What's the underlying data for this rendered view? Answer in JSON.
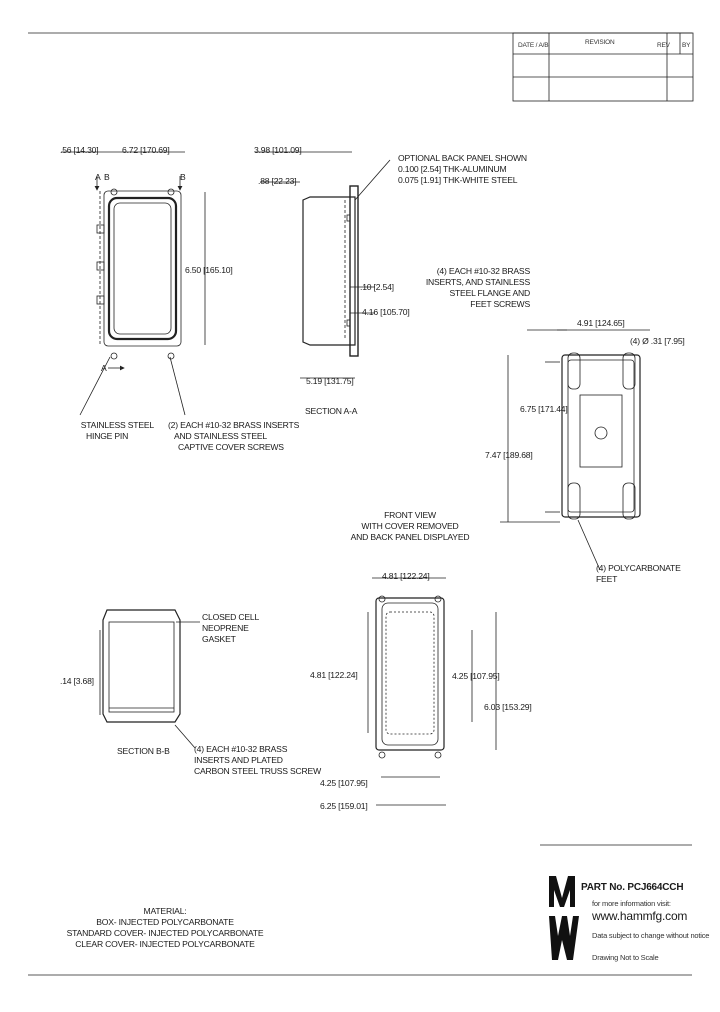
{
  "title_block": {
    "date_label": "DATE / A/B",
    "revision_label": "REVISION",
    "rev_label": "REV",
    "by_label": "BY"
  },
  "top_views": {
    "dim_left": ".56 [14.30]",
    "dim_width": "6.72 [170.69]",
    "section_a_left": "A",
    "section_b_left": "B",
    "section_b_right": "B",
    "section_a_bottom": "A",
    "dim_height": "6.50 [165.10]",
    "hinge_callout": [
      "STAINLESS STEEL",
      "HINGE PIN"
    ],
    "insert_callout": [
      "(2) EACH #10-32 BRASS INSERTS",
      "AND STAINLESS STEEL",
      "CAPTIVE COVER SCREWS"
    ]
  },
  "section_aa": {
    "dim_depth": "3.98 [101.09]",
    "dim_flange": ".88 [22.23]",
    "back_panel_callout": [
      "OPTIONAL BACK PANEL SHOWN",
      "0.100 [2.54] THK-ALUMINUM",
      "0.075 [1.91] THK-WHITE STEEL"
    ],
    "dim_gap": ".10 [2.54]",
    "dim_inner": "4.16 [105.70]",
    "dim_base": "5.19 [131.75]",
    "label": "SECTION A-A"
  },
  "back_view": {
    "insert_callout": [
      "(4) EACH #10-32 BRASS",
      "INSERTS, AND STAINLESS",
      "STEEL FLANGE AND",
      "FEET SCREWS"
    ],
    "dim_width": "4.91 [124.65]",
    "dim_hole": "(4) Ø .31 [7.95]",
    "dim_mid": "6.75 [171.44]",
    "dim_total": "7.47 [189.68]",
    "front_caption": [
      "FRONT VIEW",
      "WITH COVER REMOVED",
      "AND BACK PANEL DISPLAYED"
    ],
    "feet_callout": [
      "(4) POLYCARBONATE",
      "FEET"
    ]
  },
  "section_bb": {
    "gasket_callout": [
      "CLOSED CELL",
      "NEOPRENE",
      "GASKET"
    ],
    "dim_side": ".14 [3.68]",
    "label": "SECTION B-B",
    "insert_callout": [
      "(4) EACH #10-32 BRASS",
      "INSERTS AND PLATED",
      "CARBON STEEL TRUSS SCREW"
    ]
  },
  "front_view": {
    "dim_top": "4.81 [122.24]",
    "dim_left": "4.81 [122.24]",
    "dim_right_inner": "4.25 [107.95]",
    "dim_right_outer": "6.03 [153.29]",
    "dim_bottom_inner": "4.25 [107.95]",
    "dim_bottom_outer": "6.25 [159.01]"
  },
  "material_note": [
    "MATERIAL:",
    "BOX- INJECTED POLYCARBONATE",
    "STANDARD COVER- INJECTED POLYCARBONATE",
    "CLEAR COVER- INJECTED POLYCARBONATE"
  ],
  "footer": {
    "part_no": "PART No. PCJ664CCH",
    "more_info": "for more information visit:",
    "url": "www.hammfg.com",
    "disclaimer": "Data subject to change without notice",
    "scale_note": "Drawing Not to Scale"
  }
}
